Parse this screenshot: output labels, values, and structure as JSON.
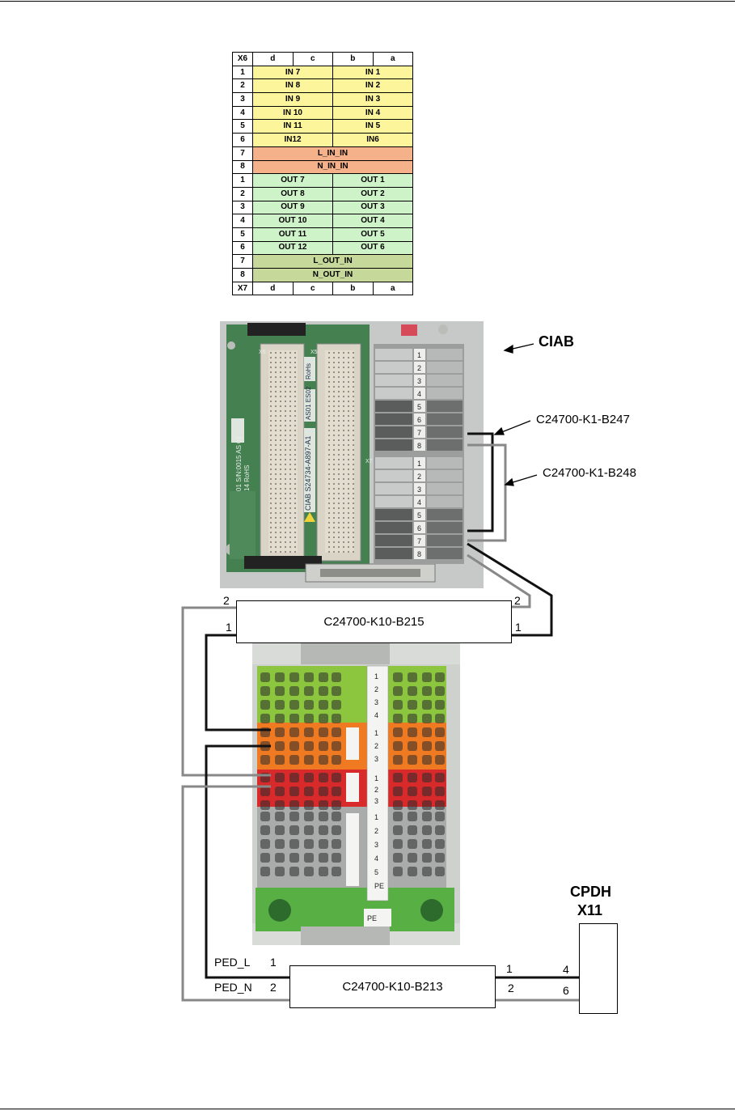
{
  "pin_table": {
    "header_top": [
      "X6",
      "d",
      "c",
      "b",
      "a"
    ],
    "header_bottom": [
      "X7",
      "d",
      "c",
      "b",
      "a"
    ],
    "in_rows": [
      {
        "pin": "1",
        "dc": "IN 7",
        "ba": "IN 1"
      },
      {
        "pin": "2",
        "dc": "IN 8",
        "ba": "IN 2"
      },
      {
        "pin": "3",
        "dc": "IN 9",
        "ba": "IN 3"
      },
      {
        "pin": "4",
        "dc": "IN 10",
        "ba": "IN 4"
      },
      {
        "pin": "5",
        "dc": "IN 11",
        "ba": "IN 5"
      },
      {
        "pin": "6",
        "dc": "IN12",
        "ba": "IN6"
      }
    ],
    "in_power_rows": [
      {
        "pin": "7",
        "label": "L_IN_IN"
      },
      {
        "pin": "8",
        "label": "N_IN_IN"
      }
    ],
    "out_rows": [
      {
        "pin": "1",
        "dc": "OUT 7",
        "ba": "OUT 1"
      },
      {
        "pin": "2",
        "dc": "OUT 8",
        "ba": "OUT 2"
      },
      {
        "pin": "3",
        "dc": "OUT 9",
        "ba": "OUT 3"
      },
      {
        "pin": "4",
        "dc": "OUT 10",
        "ba": "OUT 4"
      },
      {
        "pin": "5",
        "dc": "OUT 11",
        "ba": "OUT 5"
      },
      {
        "pin": "6",
        "dc": "OUT 12",
        "ba": "OUT 6"
      }
    ],
    "out_power_rows": [
      {
        "pin": "7",
        "label": "L_OUT_IN"
      },
      {
        "pin": "8",
        "label": "N_OUT_IN"
      }
    ],
    "colors": {
      "in": "#fdf59b",
      "in_power": "#f5b18a",
      "out": "#cff3c8",
      "out_power": "#c6d99a"
    }
  },
  "ciab": {
    "label": "CIAB",
    "board_texts": [
      "CIAB S24734-A897-A1",
      "AS01 ES02",
      "RoHs",
      "01 S/N:0015 AS 01",
      "14 RoHS"
    ],
    "connector_labels": [
      "X6",
      "X5",
      "X7",
      "1"
    ],
    "terminal_numbers_upper": [
      "1",
      "2",
      "3",
      "4",
      "5",
      "6",
      "7",
      "8"
    ],
    "terminal_numbers_lower": [
      "1",
      "2",
      "3",
      "4",
      "5",
      "6",
      "7",
      "8"
    ]
  },
  "cables": {
    "b247": "C24700-K1-B247",
    "b248": "C24700-K1-B248",
    "b215": {
      "label": "C24700-K10-B215",
      "pin_left_top": "2",
      "pin_left_bottom": "1",
      "pin_right_top": "2",
      "pin_right_bottom": "1"
    },
    "b213": {
      "label": "C24700-K10-B213",
      "pin_left_top": "1",
      "pin_left_bottom": "2",
      "pin_right_top": "1",
      "pin_right_bottom": "2"
    }
  },
  "terminal_block": {
    "markers_top": [
      "1",
      "2",
      "3",
      "4"
    ],
    "markers_orange": [
      "1",
      "2",
      "3"
    ],
    "markers_red": [
      "1",
      "2",
      "3"
    ],
    "markers_grey": [
      "1",
      "2",
      "3",
      "4",
      "5",
      "PE"
    ],
    "marker_bottom": "PE"
  },
  "ped": {
    "l_label": "PED_L",
    "l_pin": "1",
    "n_label": "PED_N",
    "n_pin": "2"
  },
  "cpdh": {
    "title": "CPDH",
    "connector": "X11",
    "pin_top": "4",
    "pin_bottom": "6"
  }
}
